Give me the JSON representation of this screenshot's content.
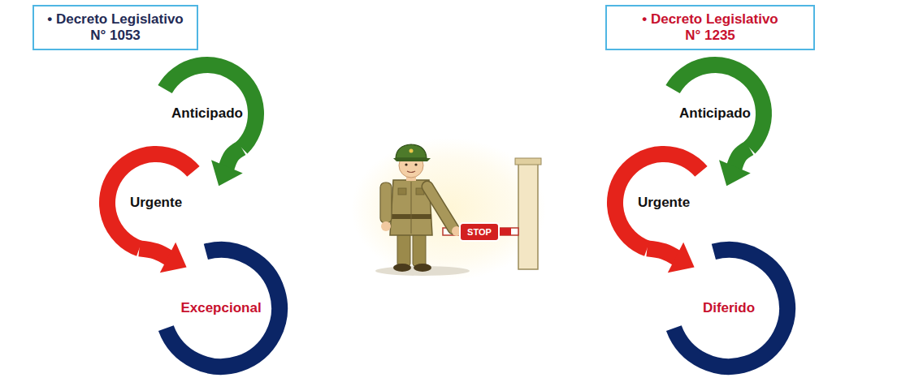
{
  "diagram": {
    "nodes": [
      {
        "text": [
          "• Decreto Legislativo N° 1053"
        ]
      },
      {
        "text": [
          "Anticipado"
        ]
      },
      {
        "text": [
          "Urgente"
        ]
      },
      {
        "text": [
          "Excepcional"
        ]
      },
      {
        "text": [
          "• Decreto Legislativo N° 1235"
        ]
      },
      {
        "text": [
          "Anticipado"
        ]
      },
      {
        "text": [
          "Urgente"
        ]
      },
      {
        "text": [
          "Diferido"
        ]
      }
    ],
    "edges": [
      {
        "from": 1,
        "to": 2,
        "arrow": "to"
      },
      {
        "from": 2,
        "to": 3,
        "arrow": "to"
      },
      {
        "from": 5,
        "to": 6,
        "arrow": "to"
      },
      {
        "from": 6,
        "to": 7,
        "arrow": "to"
      }
    ],
    "labels": [
      "STOP"
    ]
  }
}
